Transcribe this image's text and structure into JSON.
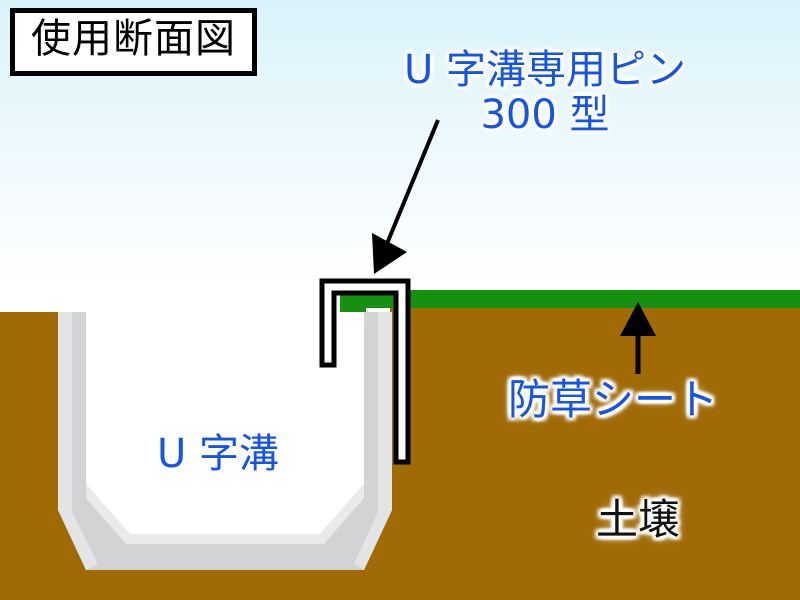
{
  "diagram": {
    "title_box": {
      "text": "使用断面図"
    },
    "labels": {
      "pin_line1": "U 字溝専用ピン",
      "pin_line2": "300 型",
      "sheet": "防草シート",
      "soil": "土壌",
      "gutter": "U 字溝"
    },
    "icons": {
      "arrow_to_pin": "arrow-down-left-icon",
      "arrow_to_sheet": "arrow-up-icon"
    },
    "colors": {
      "sky_top": "#d9f3fb",
      "sky_bottom": "#ffffff",
      "soil": "#a06a05",
      "weed_sheet_green": "#159010",
      "concrete_gray": "#d2d3d5",
      "concrete_highlight": "#e2e3e5",
      "gutter_interior_white": "#ffffff",
      "label_blue": "#1455e8",
      "outline_black": "#000000"
    },
    "elements": {
      "sky": "sky-background",
      "soil": "soil-body",
      "weed_sheet": "weed-control-sheet",
      "gutter": "u-shaped-concrete-gutter",
      "pin": "u-gutter-pin-300"
    }
  }
}
